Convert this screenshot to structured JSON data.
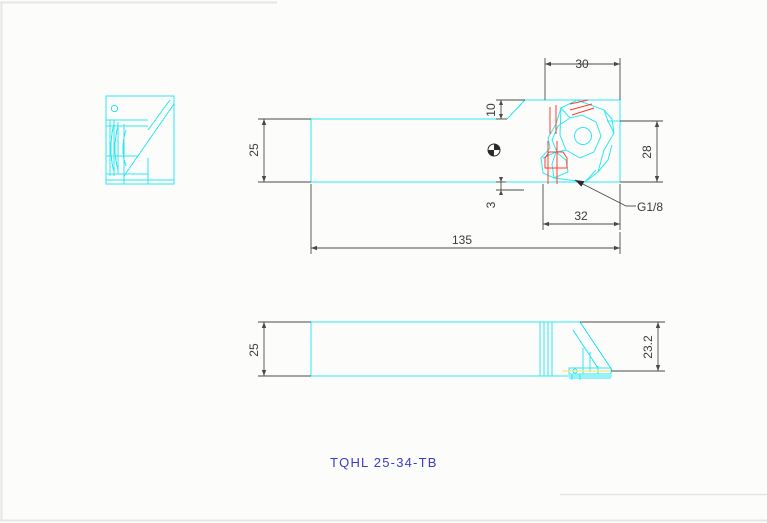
{
  "document": {
    "title": "TQHL 25-34-TB",
    "background_color": "#fcfdfb",
    "border_color": "#e4e6e4",
    "geometry_color": "#2ee8f0",
    "insert_detail_color": "#ff3b30",
    "dimension_color": "#3a3a3a",
    "title_color": "#3a3ad0"
  },
  "views": {
    "end_view": {
      "name": "end-view",
      "label": ""
    },
    "top_view": {
      "name": "top-view",
      "label": ""
    },
    "side_view": {
      "name": "side-view",
      "label": ""
    }
  },
  "dimensions": {
    "shank_height_top": "25",
    "head_width": "30",
    "head_height": "28",
    "step_upper": "10",
    "step_lower": "3",
    "insert_offset": "32",
    "total_length": "135",
    "shank_height_side": "25",
    "head_height_side": "23.2"
  },
  "annotations": {
    "coolant_thread": "G1/8"
  },
  "symbols": {
    "center_mark": "center-target-symbol"
  }
}
